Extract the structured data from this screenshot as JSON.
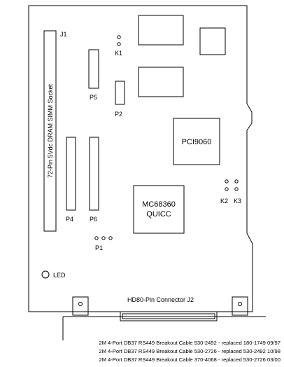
{
  "board": {
    "socket_label": "72-Pin 5Vdc DRAM SIMM Socket",
    "j1": "J1",
    "k1": "K1",
    "k2": "K2",
    "k3": "K3",
    "p1": "P1",
    "p2": "P2",
    "p4": "P4",
    "p5": "P5",
    "p6": "P6",
    "pci_chip": "PCI9060",
    "mc_chip_line1": "MC68360",
    "mc_chip_line2": "QUICC",
    "led": "LED",
    "connector": "HD80-Pin Connector J2"
  },
  "cables": [
    "2M 4-Port DB37 RS449 Breakout Cable 530-2492 - replaced 180-1749 09/97",
    "2M 4-Port DB37 RS449 Breakout Cable 530-2726 - replaced 530-2492 10/98",
    "2M 4-Port DB37 RS449 Breakout Cable 370-4068 - replaced 530-2726 03/00"
  ],
  "colors": {
    "line": "#000000",
    "background": "#ffffff"
  }
}
